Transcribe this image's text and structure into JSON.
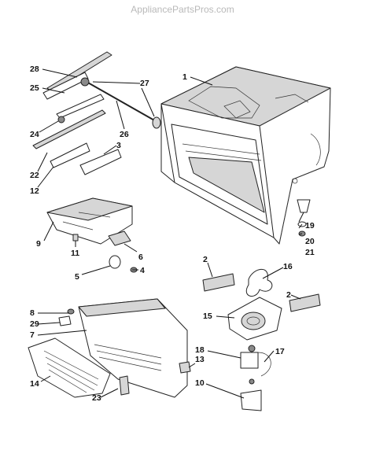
{
  "watermark": "AppliancePartsPros.com",
  "callouts": {
    "c1": "1",
    "c2a": "2",
    "c2b": "2",
    "c3": "3",
    "c4": "4",
    "c5": "5",
    "c6": "6",
    "c7": "7",
    "c8": "8",
    "c9": "9",
    "c10": "10",
    "c11": "11",
    "c12": "12",
    "c13": "13",
    "c14": "14",
    "c15": "15",
    "c16": "16",
    "c17": "17",
    "c18": "18",
    "c19": "19",
    "c20": "20",
    "c21": "21",
    "c22": "22",
    "c23": "23",
    "c24": "24",
    "c25": "25",
    "c26": "26",
    "c27": "27",
    "c28": "28",
    "c29": "29"
  }
}
